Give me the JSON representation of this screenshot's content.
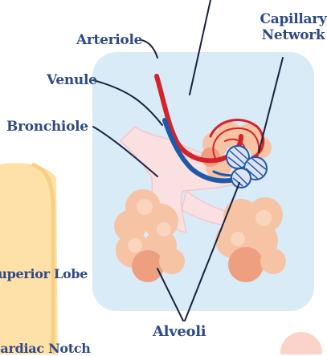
{
  "labels": {
    "arteriole": "Arteriole",
    "capillary_line1": "Capillary",
    "capillary_line2": "Network",
    "venule": "Venule",
    "bronchiole": "Bronchiole",
    "superior_lobe": "Superior Lobe",
    "cardiac_notch": "Cardiac Notch",
    "alveoli": "Alveoli"
  },
  "colors": {
    "label_text": "#2f4a86",
    "panel": "#d8ebf7",
    "lobe": "#fde1a8",
    "bronchiole": "#fbe0e2",
    "alveoli": "#f6c3a4",
    "alveoli_dark": "#ee9f7f",
    "arteriole": "#d8222b",
    "venule": "#1f5aa8",
    "outline": "#1b2240"
  }
}
